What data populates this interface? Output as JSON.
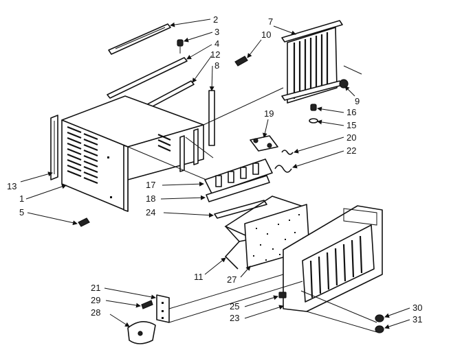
{
  "diagram": {
    "callouts": [
      "2",
      "3",
      "4",
      "12",
      "8",
      "7",
      "10",
      "9",
      "16",
      "15",
      "19",
      "20",
      "22",
      "13",
      "1",
      "5",
      "17",
      "18",
      "24",
      "11",
      "27",
      "21",
      "29",
      "28",
      "25",
      "23",
      "30",
      "31"
    ]
  }
}
